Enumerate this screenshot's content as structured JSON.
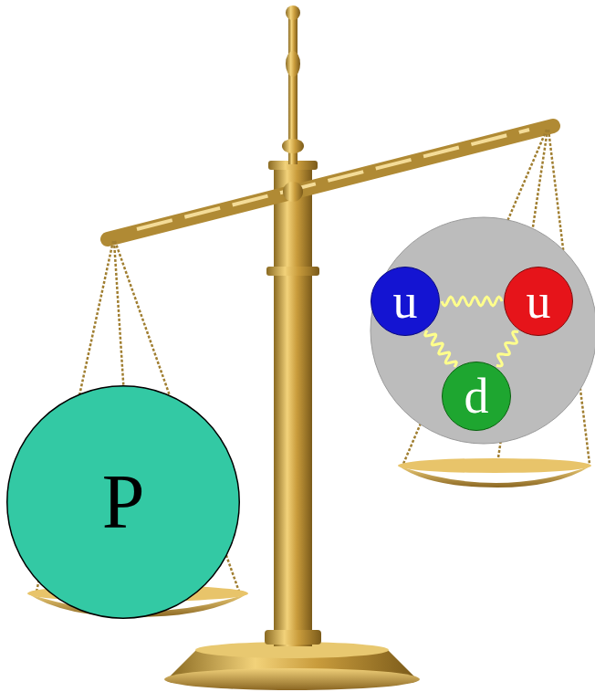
{
  "diagram": {
    "nodes": [
      {
        "text": [
          "P"
        ]
      },
      {
        "text": [
          "u"
        ]
      },
      {
        "text": [
          "u"
        ]
      },
      {
        "text": [
          "d"
        ]
      }
    ],
    "edges": [
      {
        "from": 1,
        "to": 2,
        "arrow": "none"
      },
      {
        "from": 1,
        "to": 3,
        "arrow": "none"
      },
      {
        "from": 2,
        "to": 3,
        "arrow": "none"
      }
    ]
  }
}
